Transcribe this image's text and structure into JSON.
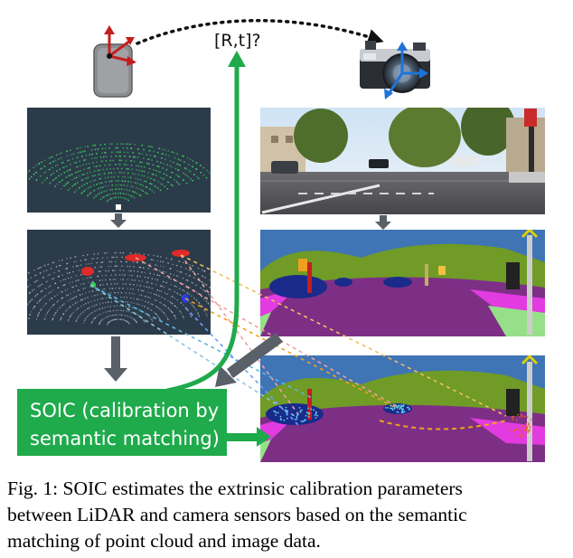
{
  "figure": {
    "transform_label": "[R,t]?",
    "soic_box": {
      "line1": "SOIC (calibration by",
      "line2": "semantic matching)"
    },
    "colors": {
      "green_arrow": "#1faa4b",
      "soic_box": "#1faa4b",
      "gray_arrow": "#5a6068",
      "lidar_points": "#3cd35a",
      "road": "#7d2f86",
      "sky": "#3f74b5",
      "vegetation": "#6f9b26",
      "car": "#1a2a8a",
      "sidewalk": "#e23be0",
      "terrain": "#96e08a"
    },
    "icons": [
      "lidar-sensor-icon",
      "camera-icon",
      "coordinate-axes-icon"
    ]
  },
  "caption": {
    "line1": "Fig. 1: SOIC estimates the extrinsic calibration parameters",
    "line2": "between LiDAR and camera sensors based on the semantic",
    "line3": "matching of point cloud and image data."
  }
}
